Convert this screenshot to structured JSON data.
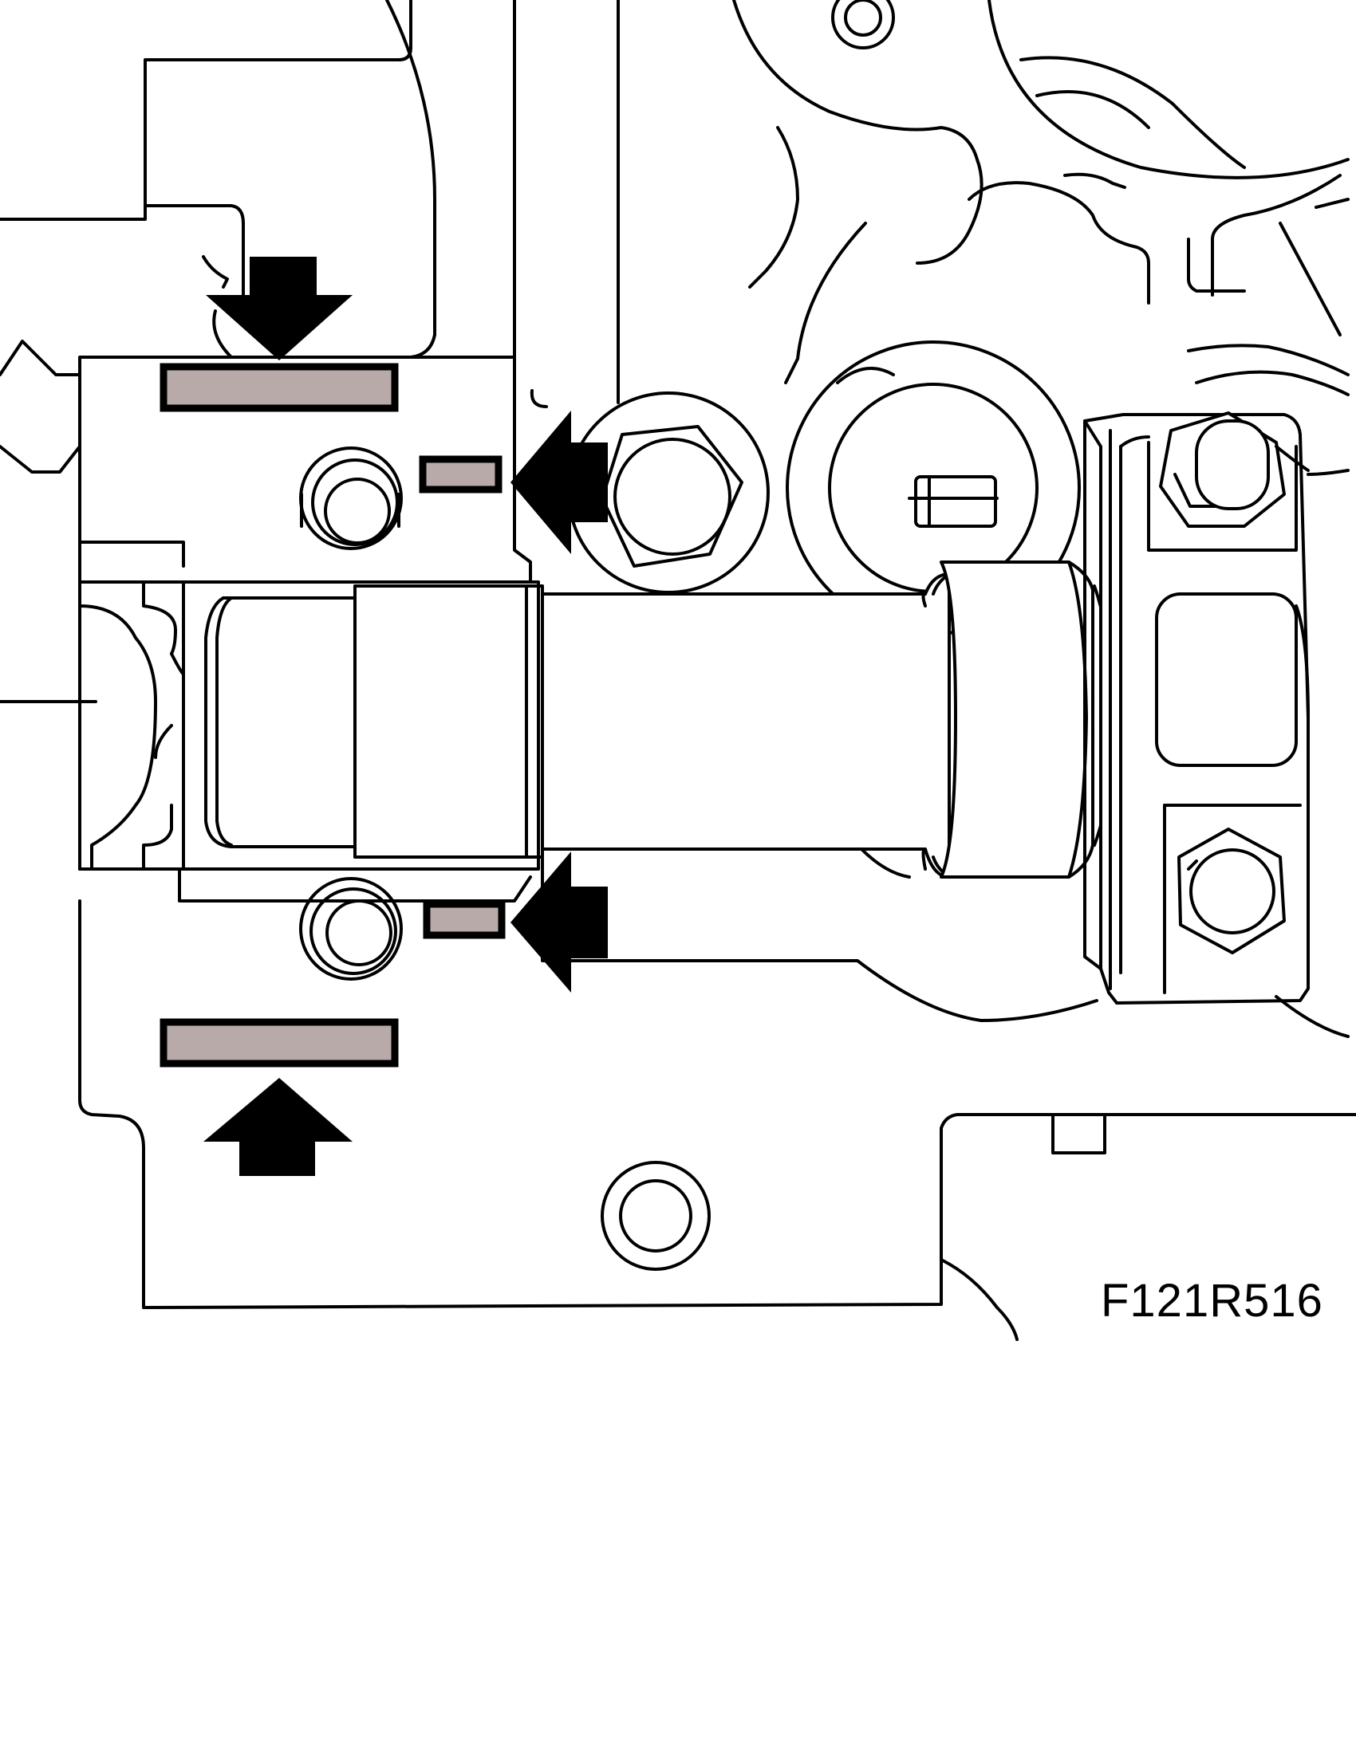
{
  "figure": {
    "code": "F121R516",
    "colors": {
      "line": "#000000",
      "background": "#ffffff",
      "sealant_fill": "#b8aaa8",
      "arrow": "#000000"
    },
    "callouts": {
      "arrows": [
        {
          "id": "top-seal-arrow",
          "points_to": "top-sealant-strip",
          "direction": "down"
        },
        {
          "id": "upper-hole-arrow",
          "points_to": "upper-small-sealant",
          "direction": "left"
        },
        {
          "id": "lower-hole-arrow",
          "points_to": "lower-small-sealant",
          "direction": "left"
        },
        {
          "id": "bottom-seal-arrow",
          "points_to": "bottom-sealant-strip",
          "direction": "up"
        }
      ],
      "sealant_marks": [
        "top-sealant-strip",
        "upper-small-sealant",
        "lower-small-sealant",
        "bottom-sealant-strip"
      ]
    }
  }
}
